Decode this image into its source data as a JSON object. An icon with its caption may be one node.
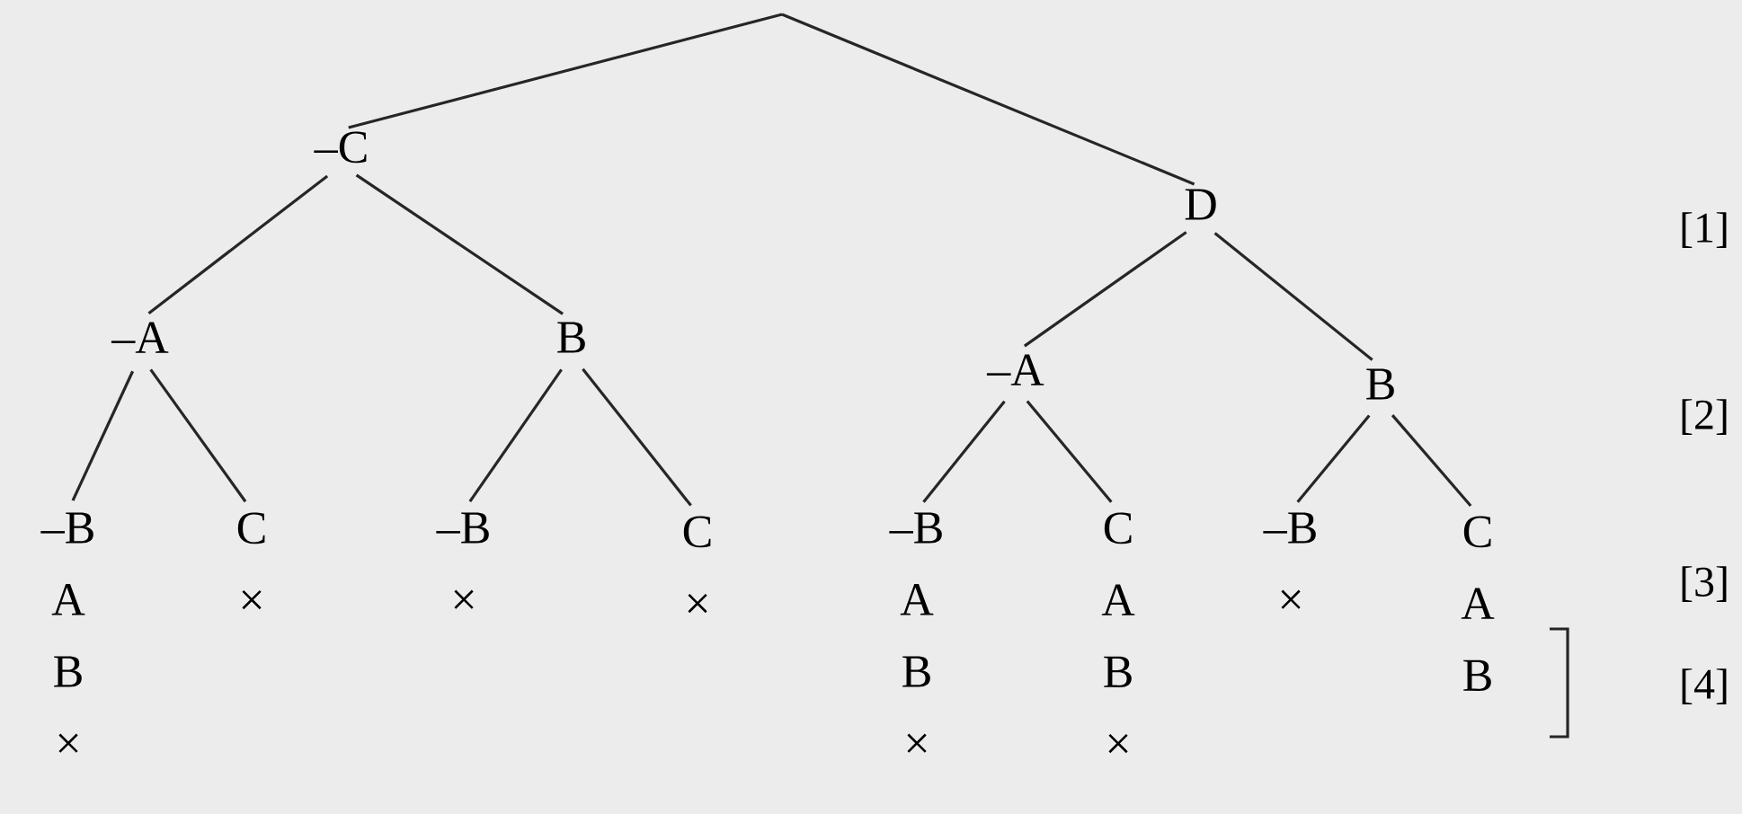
{
  "diagram": {
    "nodes": [
      {
        "text": [
          "–C"
        ]
      },
      {
        "text": [
          "D"
        ]
      },
      {
        "text": [
          "–A"
        ]
      },
      {
        "text": [
          "B"
        ]
      },
      {
        "text": [
          "–A"
        ]
      },
      {
        "text": [
          "B"
        ]
      },
      {
        "text": [
          "–B",
          "A",
          "B",
          "×"
        ]
      },
      {
        "text": [
          "C",
          "×"
        ]
      },
      {
        "text": [
          "–B",
          "×"
        ]
      },
      {
        "text": [
          "C",
          "×"
        ]
      },
      {
        "text": [
          "–B",
          "A",
          "B",
          "×"
        ]
      },
      {
        "text": [
          "C",
          "A",
          "B",
          "×"
        ]
      },
      {
        "text": [
          "–B",
          "×"
        ]
      },
      {
        "text": [
          "C",
          "A",
          "B"
        ]
      }
    ],
    "edges": [
      {
        "from": null,
        "to": 0,
        "arrow": "none"
      },
      {
        "from": null,
        "to": 1,
        "arrow": "none"
      },
      {
        "from": 0,
        "to": 2,
        "arrow": "none"
      },
      {
        "from": 0,
        "to": 3,
        "arrow": "none"
      },
      {
        "from": 2,
        "to": 6,
        "arrow": "none"
      },
      {
        "from": 2,
        "to": 7,
        "arrow": "none"
      },
      {
        "from": 3,
        "to": 8,
        "arrow": "none"
      },
      {
        "from": 3,
        "to": 9,
        "arrow": "none"
      },
      {
        "from": 1,
        "to": 4,
        "arrow": "none"
      },
      {
        "from": 1,
        "to": 5,
        "arrow": "none"
      },
      {
        "from": 4,
        "to": 10,
        "arrow": "none"
      },
      {
        "from": 4,
        "to": 11,
        "arrow": "none"
      },
      {
        "from": 5,
        "to": 12,
        "arrow": "none"
      },
      {
        "from": 5,
        "to": 13,
        "arrow": "none"
      }
    ],
    "labels": [
      "[1]",
      "[2]",
      "[3]",
      "[4]"
    ]
  }
}
